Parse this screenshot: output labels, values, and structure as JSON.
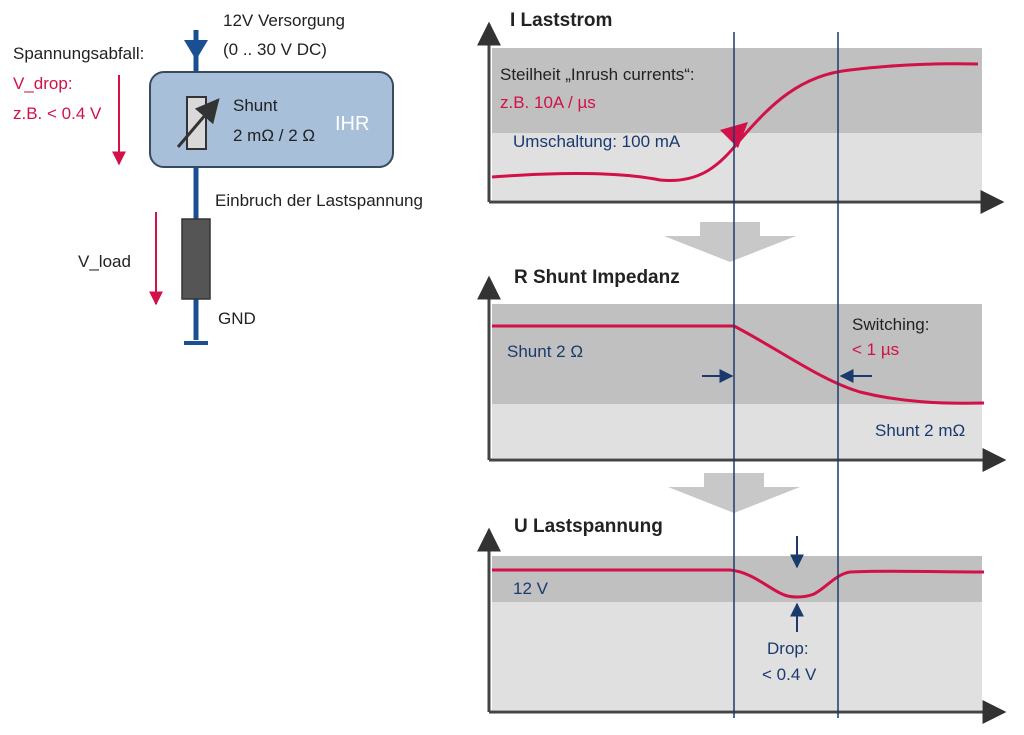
{
  "colors": {
    "accent_red": "#d11147",
    "navy": "#1a3a6e",
    "dark_band": "#c0c0c0",
    "light_band": "#e0e0e0",
    "ihr_box": "#a8bfd9",
    "resistor_dark": "#555555",
    "arrow_grey": "#c8c8c8"
  },
  "circuit": {
    "supply_line1": "12V Versorgung",
    "supply_line2": "(0 .. 30 V DC)",
    "drop_label": "Spannungsabfall:",
    "drop_var": "V_drop:",
    "drop_value": "z.B.  < 0.4 V",
    "shunt_label": "Shunt",
    "shunt_value": "2 mΩ / 2 Ω",
    "ihr_label": "IHR",
    "load_dip_label": "Einbruch der Lastspannung",
    "load_label": "V_load",
    "gnd_label": "GND"
  },
  "panel_current": {
    "title": "I  Laststrom",
    "slope_label": "Steilheit „Inrush currents“:",
    "slope_value": "z.B. 10A / µs",
    "switch_label": "Umschaltung:  100 mA"
  },
  "panel_impedance": {
    "title": "R  Shunt Impedanz",
    "switching_label": "Switching:",
    "switching_value": "< 1 µs",
    "shunt_high": "Shunt 2 Ω",
    "shunt_low": "Shunt 2 mΩ"
  },
  "panel_voltage": {
    "title": "U  Lastspannung",
    "level_label": "12 V",
    "drop_label": "Drop:",
    "drop_value": "< 0.4 V"
  }
}
